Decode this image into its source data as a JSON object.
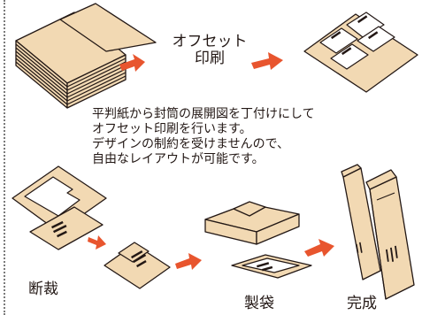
{
  "labels": {
    "offset_line1": "オフセット",
    "offset_line2": "印刷",
    "cutting": "断裁",
    "bag_making": "製袋",
    "complete": "完成"
  },
  "description": [
    "平判紙から封筒の展開図を丁付けにして",
    "オフセット印刷を行います。",
    "デザインの制約を受けませんので、",
    "自由なレイアウトが可能です。"
  ],
  "colors": {
    "paper": "#f2d9b3",
    "outline": "#231815",
    "arrow": "#e8552e",
    "border": "#7a7a7a"
  }
}
